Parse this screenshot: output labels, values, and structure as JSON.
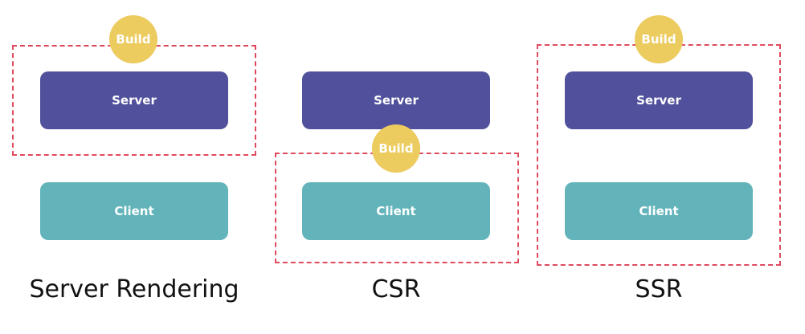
{
  "colors": {
    "server": "#50509c",
    "client": "#62b4ba",
    "build": "#eccb5f",
    "dashed_border": "#e04a5f"
  },
  "panels": [
    {
      "caption": "Server Rendering",
      "server_label": "Server",
      "client_label": "Client",
      "build_label": "Build",
      "build_scope": "server"
    },
    {
      "caption": "CSR",
      "server_label": "Server",
      "client_label": "Client",
      "build_label": "Build",
      "build_scope": "client"
    },
    {
      "caption": "SSR",
      "server_label": "Server",
      "client_label": "Client",
      "build_label": "Build",
      "build_scope": "server+client"
    }
  ]
}
